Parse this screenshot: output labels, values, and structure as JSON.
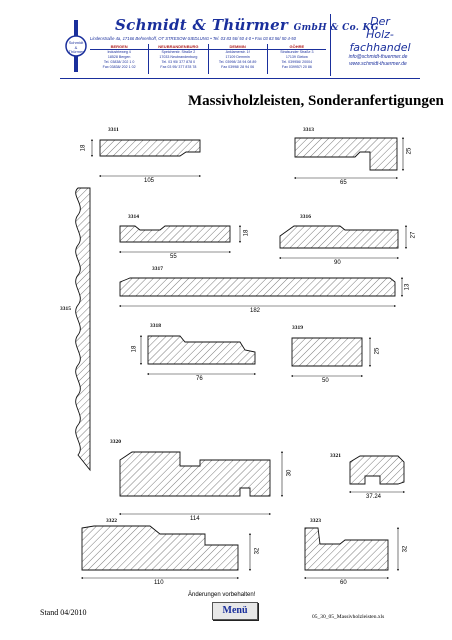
{
  "header": {
    "company_name": "Schmidt & Thürmer",
    "company_suffix": "GmbH & Co. KG",
    "address_line": "Lindenstraße 4a, 17166 Behrenhoff, OT STRESOW-SIEDLUNG • Tel. 03 83 56/ 50 4-0 • Fax 03 83 56/ 50 4-50",
    "branches": [
      {
        "name": "BERGEN",
        "lines": [
          "Industrieweg 4",
          "18528 Bergen",
          "Tel. 03838/ 202 1 0",
          "Fax 03838/ 202 1 02"
        ]
      },
      {
        "name": "NEUBRANDENBURG",
        "lines": [
          "Speicherstr. Straße 2",
          "17033 Neubrandenburg",
          "Tel. 03 95/ 377 878 0",
          "Fax 03 95/ 377 878 78"
        ]
      },
      {
        "name": "DEMMIN",
        "lines": [
          "Anklamerstr. 1f",
          "17109 Demmin",
          "Tel. 03998/ 28 94 08 89",
          "Fax 03998/ 28 94 06"
        ]
      },
      {
        "name": "GÖHRE",
        "lines": [
          "Stralsunder Straße 3",
          "17139 Gielow",
          "Tel. 039956/ 20004",
          "Fax 039957/ 20 86"
        ]
      }
    ],
    "slogan_lines": [
      "Der",
      "Holz-",
      "fachhandel"
    ],
    "email": "info@schmidt-thuermer.de",
    "website": "www.schmidt-thuermer.de"
  },
  "page": {
    "title": "Massivholzleisten, Sonderanfertigungen"
  },
  "profiles": [
    {
      "code": "3311",
      "dims": [
        "18",
        "105"
      ]
    },
    {
      "code": "3313",
      "dims": [
        "25",
        "65"
      ]
    },
    {
      "code": "3314",
      "dims": [
        "18",
        "55"
      ]
    },
    {
      "code": "3316",
      "dims": [
        "27",
        "90"
      ]
    },
    {
      "code": "3317",
      "dims": [
        "13",
        "182"
      ]
    },
    {
      "code": "3318",
      "dims": [
        "18",
        "76"
      ]
    },
    {
      "code": "3319",
      "dims": [
        "25",
        "50"
      ]
    },
    {
      "code": "3315",
      "dims": []
    },
    {
      "code": "3320",
      "dims": [
        "30",
        "114"
      ]
    },
    {
      "code": "3321",
      "dims": [
        "37.24"
      ]
    },
    {
      "code": "3322",
      "dims": [
        "32",
        "110"
      ]
    },
    {
      "code": "3323",
      "dims": [
        "32",
        "60"
      ]
    }
  ],
  "footer": {
    "stand": "Stand 04/2010",
    "note": "Änderungen vorbehalten!",
    "menu_label": "Menü",
    "file_name": "05_30_05_Massivholzleisten.xls"
  },
  "colors": {
    "brand": "#1a2f9c",
    "accent": "#b02020",
    "hatch": "#222222"
  }
}
